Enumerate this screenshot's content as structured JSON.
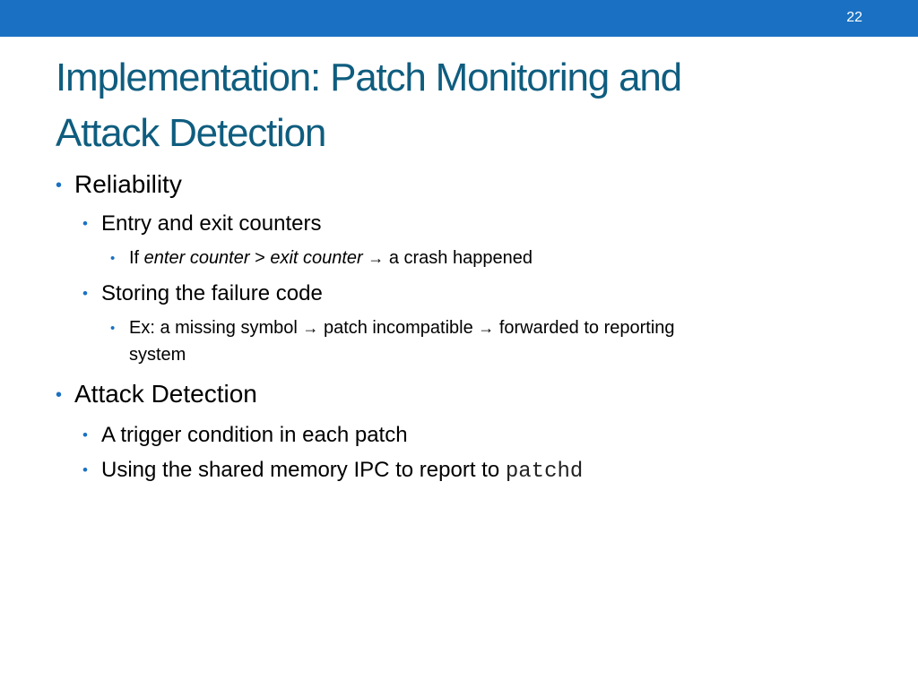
{
  "slide": {
    "number": "22",
    "title_line1": "Implementation: Patch Monitoring and",
    "title_line2": "Attack Detection"
  },
  "bullets": {
    "reliability": {
      "label": "Reliability",
      "entry_exit": {
        "label": "Entry and exit counters",
        "crash_rule": {
          "prefix": "If ",
          "enter": "enter counter",
          "op": " > ",
          "exit": "exit counter",
          "arrow": "→",
          "result": " a crash happened"
        }
      },
      "failure_code": {
        "label": "Storing the failure code",
        "example": {
          "part1": "Ex: a missing symbol ",
          "arrow": "→",
          "part2": " patch incompatible ",
          "part3": " forwarded to reporting",
          "part4": "system"
        }
      }
    },
    "attack": {
      "label": "Attack Detection",
      "trigger": "A trigger condition in each patch",
      "ipc_prefix": "Using the shared memory IPC to report to ",
      "ipc_target": "patchd"
    }
  },
  "colors": {
    "topbar": "#1a71c3",
    "title": "#0f5d7f",
    "bullet": "#1a71c3",
    "text": "#000000"
  }
}
